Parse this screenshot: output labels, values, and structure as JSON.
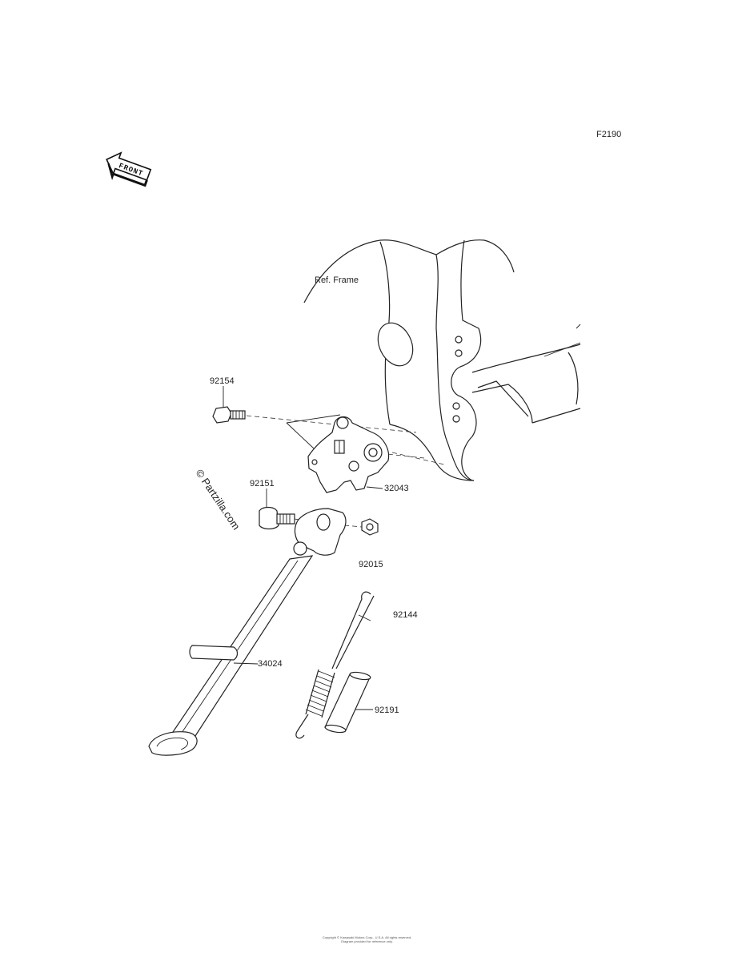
{
  "diagram_code": "F2190",
  "front_label": "FRONT",
  "ref_frame": "Ref. Frame",
  "watermark": "© Partzilla.com",
  "parts": {
    "p92154": "92154",
    "p32043": "32043",
    "p92151": "92151",
    "p92015": "92015",
    "p92144": "92144",
    "p34024": "34024",
    "p92191": "92191"
  },
  "footer": {
    "line1": "Copyright © Kawasaki Motors Corp., U.S.A. All rights reserved.",
    "line2": "Diagram provided for reference only."
  }
}
